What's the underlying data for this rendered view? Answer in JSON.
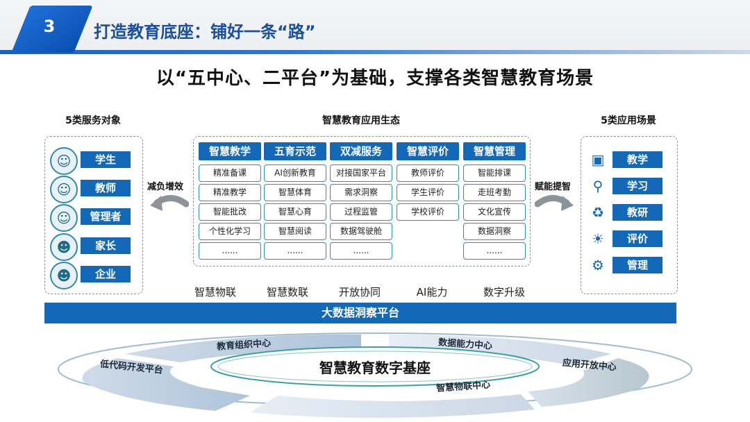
{
  "header": {
    "number": "3",
    "title": "打造教育底座：铺好一条“路”"
  },
  "subtitle": "以“五中心、二平台”为基础，支撑各类智慧教育场景",
  "left_panel": {
    "title": "5类服务对象",
    "items": [
      {
        "label": "学生",
        "icon": "student-icon"
      },
      {
        "label": "教师",
        "icon": "teacher-icon"
      },
      {
        "label": "管理者",
        "icon": "manager-icon"
      },
      {
        "label": "家长",
        "icon": "parent-icon"
      },
      {
        "label": "企业",
        "icon": "enterprise-icon"
      }
    ]
  },
  "left_arrow_label": "减负增效",
  "center_panel": {
    "title": "智慧教育应用生态",
    "columns": [
      {
        "head": "智慧教学",
        "cells": [
          "精准备课",
          "精准教学",
          "智能批改",
          "个性化学习",
          "......"
        ]
      },
      {
        "head": "五育示范",
        "cells": [
          "AI创新教育",
          "智慧体育",
          "智慧心育",
          "智慧阅读",
          "......"
        ]
      },
      {
        "head": "双减服务",
        "cells": [
          "对接国家平台",
          "需求洞察",
          "过程监管",
          "数据驾驶舱",
          "......"
        ]
      },
      {
        "head": "智慧评价",
        "cells": [
          "教师评价",
          "学生评价",
          "学校评价"
        ]
      },
      {
        "head": "智慧管理",
        "cells": [
          "智能排课",
          "走班考勤",
          "文化宣传",
          "数据洞察",
          "......"
        ]
      }
    ],
    "capabilities": [
      "智慧物联",
      "智慧数联",
      "开放协同",
      "AI能力",
      "数字升级"
    ]
  },
  "right_arrow_label": "赋能提智",
  "right_panel": {
    "title": "5类应用场景",
    "items": [
      {
        "label": "教学",
        "icon": "teaching-icon"
      },
      {
        "label": "学习",
        "icon": "search-icon"
      },
      {
        "label": "教研",
        "icon": "recycle-icon"
      },
      {
        "label": "评价",
        "icon": "lightbulb-icon"
      },
      {
        "label": "管理",
        "icon": "gears-icon"
      }
    ]
  },
  "platform_bar": "大数据洞察平台",
  "base": {
    "center": "智慧教育数字基座",
    "segments": [
      "教育组织中心",
      "数据能力中心",
      "应用开放中心",
      "智慧物联中心",
      "低代码开发平台"
    ]
  },
  "colors": {
    "primary": "#1468b8",
    "accent": "#2e8fb3",
    "title": "#1a4f9c"
  }
}
